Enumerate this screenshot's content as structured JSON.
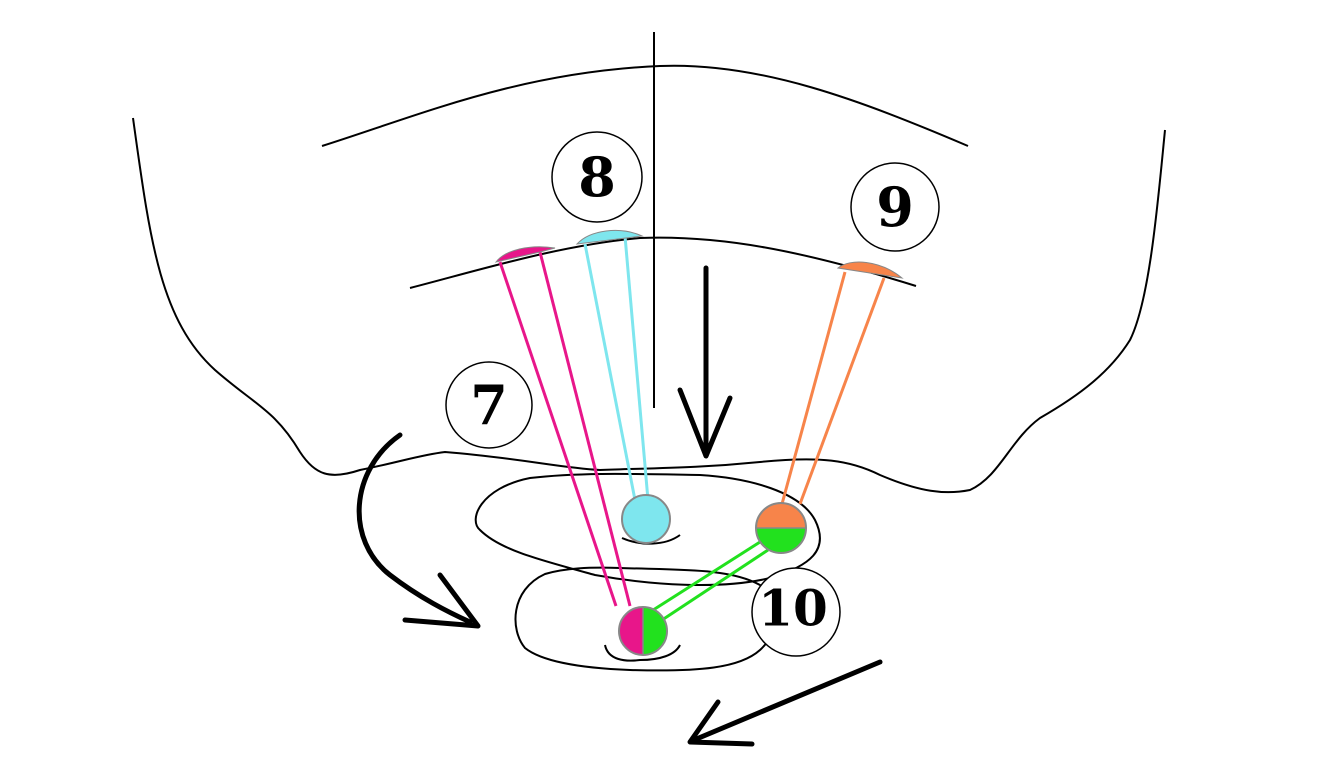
{
  "labels": {
    "seven": "7",
    "eight": "8",
    "nine": "9",
    "ten": "10"
  },
  "colors": {
    "magenta": "#e8168a",
    "cyan": "#7ee6ee",
    "orange": "#f7844a",
    "green": "#22e11e",
    "outline": "#000000",
    "background": "#ffffff"
  }
}
